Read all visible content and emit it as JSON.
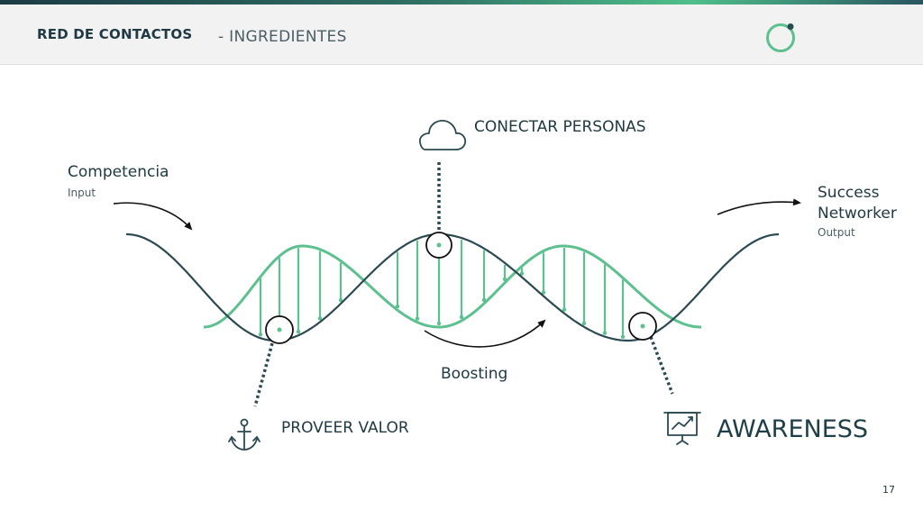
{
  "header": {
    "title": "RED DE CONTACTOS",
    "subtitle": "- INGREDIENTES"
  },
  "diagram": {
    "input": {
      "label": "Competencia",
      "sub": "Input"
    },
    "output": {
      "label_line1": "Success",
      "label_line2": "Networker",
      "sub": "Output"
    },
    "top": {
      "label": "CONECTAR PERSONAS",
      "icon": "cloud-icon"
    },
    "middle": {
      "label": "Boosting"
    },
    "bottom_left": {
      "label": "PROVEER VALOR",
      "icon": "anchor-icon"
    },
    "bottom_right": {
      "label": "AWARENESS",
      "icon": "presentation-chart-icon"
    }
  },
  "colors": {
    "dark": "#2b4a52",
    "green": "#5cc08f",
    "accent_bar": "#4fbf8b"
  },
  "page_number": "17"
}
